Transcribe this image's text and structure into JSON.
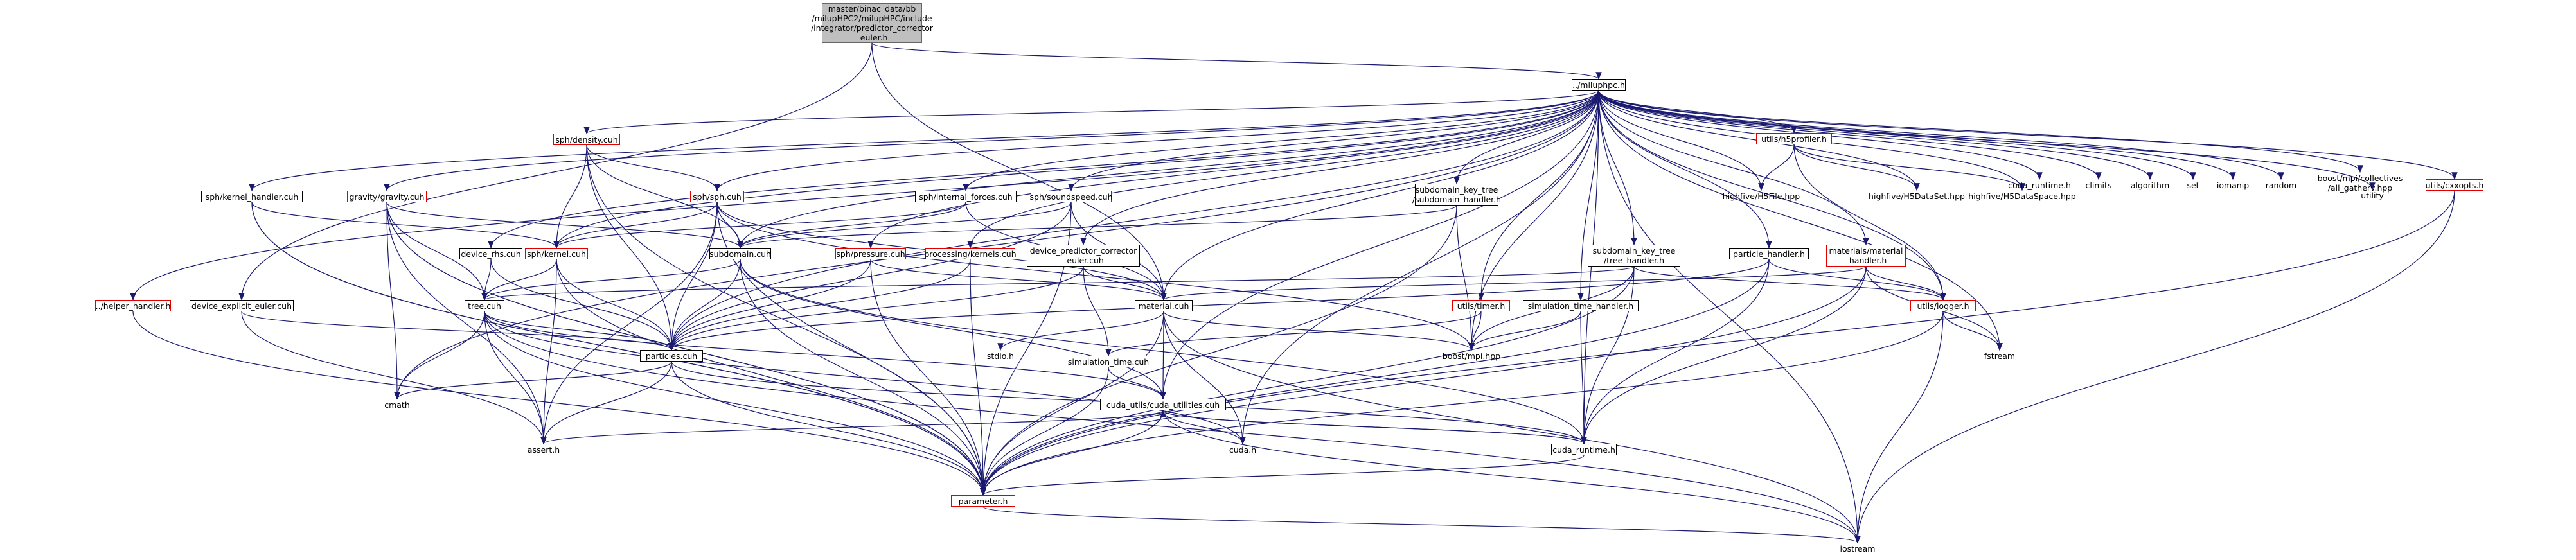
{
  "diagram": {
    "type": "include-dependency-graph",
    "colors": {
      "edge": "#191970",
      "root_fill": "#bfbfbf",
      "linked_border": "#000000",
      "truncated_border": "#e00000",
      "text": "#000000"
    },
    "nodes": {
      "root": "master/binac_data/bb\n/milupHPC2/milupHPC/include\n/integrator/predictor_corrector\n_euler.h",
      "miluphpc": "../miluphpc.h",
      "density": "sph/density.cuh",
      "sph": "sph/sph.cuh",
      "kernel_handler": "sph/kernel_handler.cuh",
      "gravity": "gravity/gravity.cuh",
      "device_rhs": "device_rhs.cuh",
      "kernel": "sph/kernel.cuh",
      "helper_handler": "../helper_handler.h",
      "device_explicit_euler": "device_explicit_euler.cuh",
      "internal_forces": "sph/internal_forces.cuh",
      "subdomain": "subdomain.cuh",
      "tree": "tree.cuh",
      "soundspeed": "sph/soundspeed.cuh",
      "pressure": "sph/pressure.cuh",
      "processing_kernels": "processing/kernels.cuh",
      "device_predictor_corrector": "device_predictor_corrector\n_euler.cuh",
      "material_cuh": "material.cuh",
      "particles": "particles.cuh",
      "simulation_time_cuh": "simulation_time.cuh",
      "cuda_utilities": "cuda_utils/cuda_utilities.cuh",
      "cmath": "cmath",
      "assert": "assert.h",
      "stdio": "stdio.h",
      "cuda_h": "cuda.h",
      "cuda_runtime_box": "cuda_runtime.h",
      "parameter": "parameter.h",
      "iostream": "iostream",
      "subdomain_handler": "subdomain_key_tree\n/subdomain_handler.h",
      "tree_handler": "subdomain_key_tree\n/tree_handler.h",
      "timer": "utils/timer.h",
      "simulation_time_handler": "simulation_time_handler.h",
      "boost_mpi": "boost/mpi.hpp",
      "particle_handler": "particle_handler.h",
      "material_handler": "materials/material\n_handler.h",
      "logger": "utils/logger.h",
      "fstream": "fstream",
      "h5profiler": "utils/h5profiler.h",
      "h5file": "highfive/H5File.hpp",
      "h5dataset": "highfive/H5DataSet.hpp",
      "h5dataspace": "highfive/H5DataSpace.hpp",
      "cuda_runtime_plain": "cuda_runtime.h",
      "climits": "climits",
      "algorithm": "algorithm",
      "set": "set",
      "iomanip": "iomanip",
      "random": "random",
      "all_gatherv": "boost/mpi/collectives\n/all_gatherv.hpp",
      "cxxopts": "utils/cxxopts.h",
      "utility": "utility"
    }
  }
}
